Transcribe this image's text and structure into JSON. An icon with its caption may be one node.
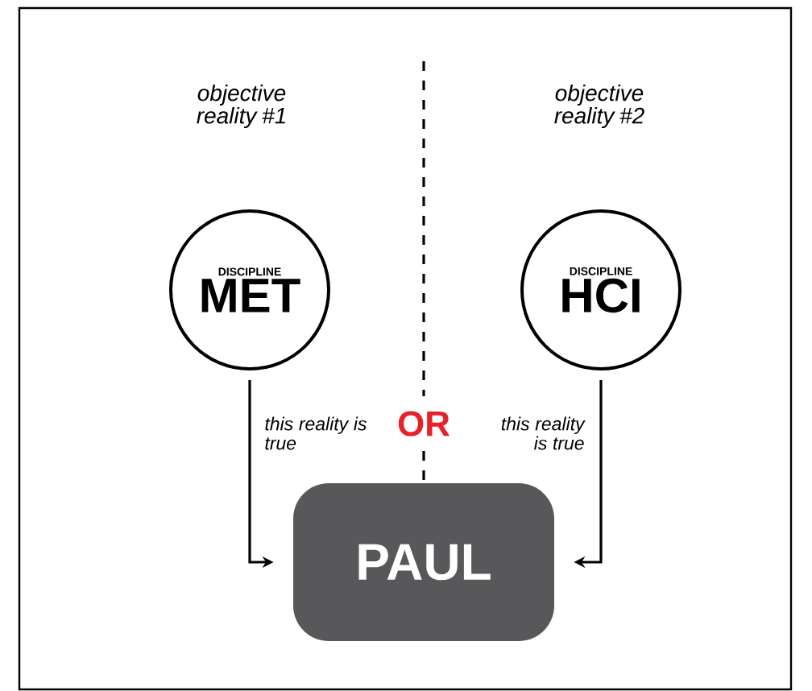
{
  "diagram": {
    "nodes": [
      {
        "text": [
          "DISCIPLINE",
          "MET"
        ]
      },
      {
        "text": [
          "DISCIPLINE",
          "HCI"
        ]
      },
      {
        "text": [
          "PAUL"
        ]
      }
    ],
    "edges": [
      {
        "from": 0,
        "to": 2,
        "arrow": "to",
        "label": "this reality is true"
      },
      {
        "from": 1,
        "to": 2,
        "arrow": "to",
        "label": "this reality is true"
      }
    ],
    "labels": [
      "objective reality #1",
      "objective reality #2",
      "OR"
    ]
  }
}
